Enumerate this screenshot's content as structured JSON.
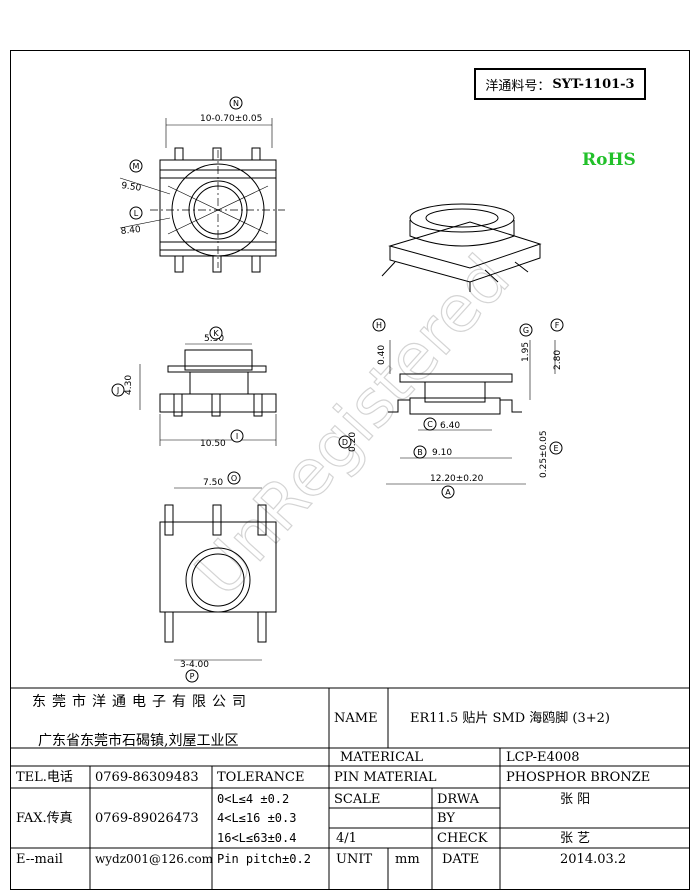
{
  "part_no": {
    "label": "洋通料号：",
    "value": "SYT-1101-3"
  },
  "rohs": "RoHS",
  "watermark": "UnRegistered",
  "dims": {
    "N": "10-0.70±0.05",
    "M": "9.50",
    "L": "8.40",
    "K": "5.30",
    "J": "4.30",
    "I": "10.50",
    "O": "7.50",
    "P": "3-4.00",
    "H": "0.40",
    "G": "1.95",
    "F": "2.80",
    "C": "6.40",
    "B": "9.10",
    "D": "0.20",
    "E": "0.25±0.05",
    "A": "12.20±0.20"
  },
  "circle_labels": [
    "N",
    "M",
    "L",
    "K",
    "J",
    "I",
    "O",
    "P",
    "H",
    "G",
    "F",
    "C",
    "B",
    "D",
    "E",
    "A"
  ],
  "title_block": {
    "company": "东莞市洋通电子有限公司",
    "address": "广东省东莞市石碣镇,刘屋工业区",
    "name_label": "NAME",
    "name_value": "ER11.5  贴片 SMD 海鸥脚  (3+2)",
    "material_label": "MATERICAL",
    "material_value": "LCP-E4008",
    "pin_material_label": "PIN MATERIAL",
    "pin_material_value": "PHOSPHOR BRONZE",
    "tel_label": "TEL.电话",
    "tel_value": "0769-86309483",
    "fax_label": "FAX.传真",
    "fax_value": "0769-89026473",
    "email_label": "E--mail",
    "email_value": "wydz001@126.com",
    "tolerance_label": "TOLERANCE",
    "tol1": "0<L≤4   ±0.2",
    "tol2": "4<L≤16  ±0.3",
    "tol3": "16<L≤63±0.4",
    "tol4": "Pin pitch±0.2",
    "scale_label": "SCALE",
    "scale_value": "4/1",
    "drwa_label": "DRWA",
    "by_label": "BY",
    "drwa_value": "张 阳",
    "check_label": "CHECK",
    "check_value": "张 艺",
    "unit_label": "UNIT",
    "unit_value": "mm",
    "date_label": "DATE",
    "date_value": "2014.03.2"
  }
}
